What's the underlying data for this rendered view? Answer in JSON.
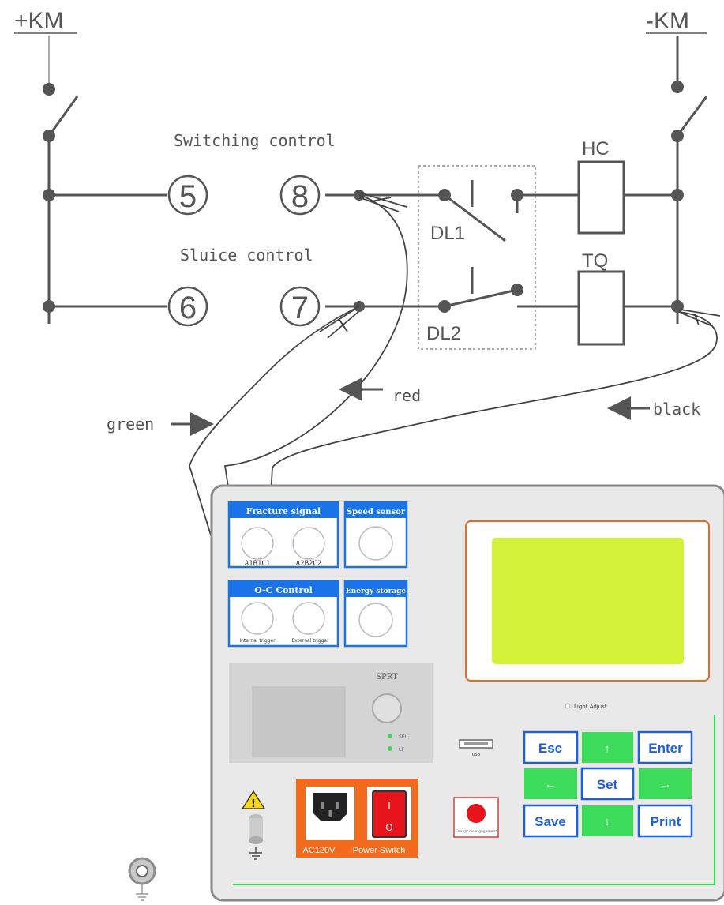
{
  "labels": {
    "plus_km": "+KM",
    "minus_km": "-KM",
    "switching_control": "Switching control",
    "sluice_control": "Sluice control",
    "t5": "5",
    "t8": "8",
    "t6": "6",
    "t7": "7",
    "hc": "HC",
    "tq": "TQ",
    "dl1": "DL1",
    "dl2": "DL2",
    "green": "green",
    "red": "red",
    "black": "black"
  },
  "panel": {
    "fracture_signal": "Fracture signal",
    "a1b1c1": "A1B1C1",
    "a2b2c2": "A2B2C2",
    "speed_sensor": "Speed sensor",
    "oc_control": "O-C Control",
    "internal_trigger": "Internal trigger",
    "external_trigger": "External trigger",
    "energy_storage": "Energy storage",
    "sprt": "SPRT",
    "sel": "SEL",
    "lf": "LF",
    "light_adjust": "Light Adjust",
    "usb": "USB",
    "emergency": "Energy disengagement",
    "ac120v": "AC120V",
    "power_switch": "Power Switch",
    "on_mark": "I",
    "off_mark": "O",
    "keys": {
      "esc": "Esc",
      "up": "↑",
      "enter": "Enter",
      "left": "←",
      "set": "Set",
      "right": "→",
      "save": "Save",
      "down": "↓",
      "print": "Print"
    }
  },
  "colors": {
    "line": "#555555",
    "panel_blue": "#1a73e8",
    "key_green": "#3ddc5a",
    "key_blue": "#1f5fd8",
    "lcd": "#d5f23a",
    "orange": "#f26b1d",
    "panel_bg": "#e9e9e9"
  },
  "icons": [
    "warning-icon",
    "ground-icon",
    "power-socket-icon",
    "power-switch-icon",
    "emergency-stop-icon",
    "usb-port-icon",
    "ground-terminal-icon"
  ]
}
